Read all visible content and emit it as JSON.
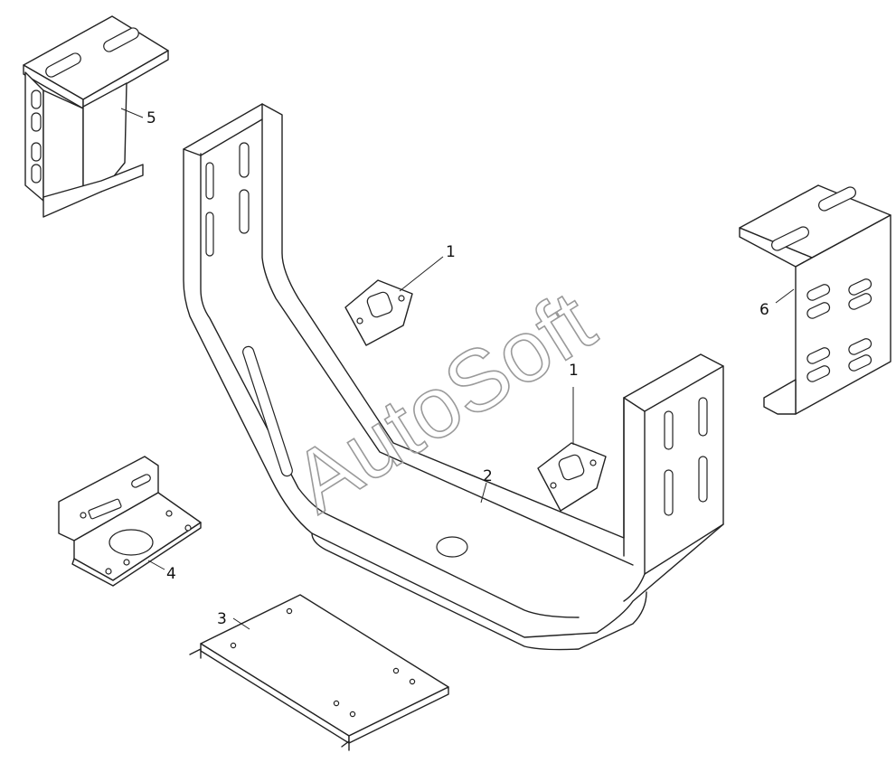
{
  "watermark": "AutoSoft",
  "callouts": {
    "c1a": "1",
    "c1b": "1",
    "c2": "2",
    "c3": "3",
    "c4": "4",
    "c5": "5",
    "c6": "6"
  }
}
